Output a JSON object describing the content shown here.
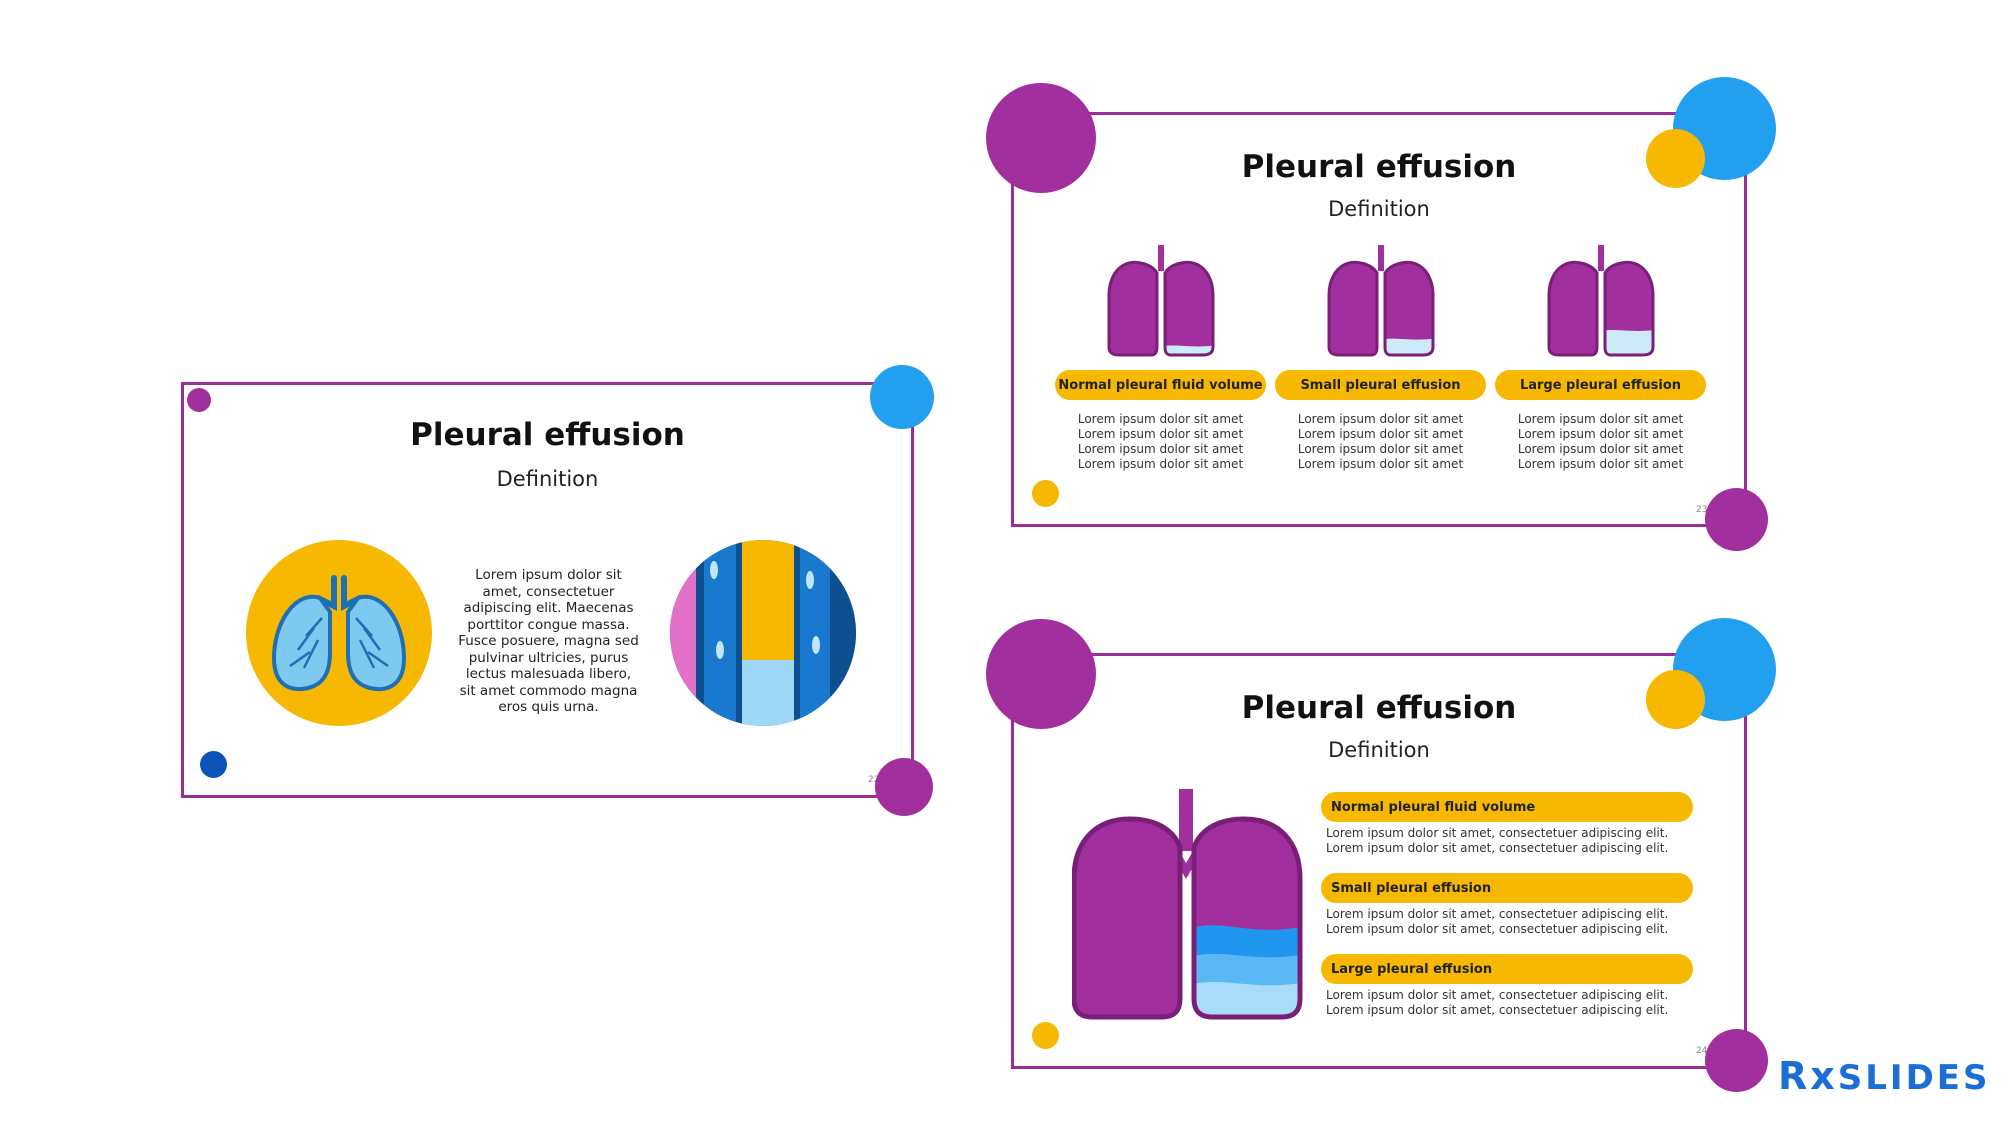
{
  "colors": {
    "purple": "#a22f9e",
    "border": "#9b2c98",
    "blue": "#22a0ef",
    "yellow": "#f6b800",
    "dark_blue": "#0b53b8"
  },
  "slide1": {
    "title": "Pleural effusion",
    "subtitle": "Definition",
    "paragraph": "Lorem ipsum dolor sit amet, consectetuer adipiscing elit. Maecenas porttitor congue massa. Fusce posuere, magna sed pulvinar ultricies, purus lectus malesuada libero, sit amet commodo magna eros quis urna.",
    "page": "22",
    "icons": [
      "lungs-icon",
      "pleura-cross-section-icon"
    ]
  },
  "slide2": {
    "title": "Pleural effusion",
    "subtitle": "Definition",
    "page": "23",
    "columns": [
      {
        "label": "Normal pleural fluid volume",
        "fluid_level": 0.1,
        "lines": [
          "Lorem ipsum dolor sit amet",
          "Lorem ipsum dolor sit amet",
          "Lorem ipsum dolor sit amet",
          "Lorem ipsum dolor sit amet"
        ]
      },
      {
        "label": "Small pleural effusion",
        "fluid_level": 0.18,
        "lines": [
          "Lorem ipsum dolor sit amet",
          "Lorem ipsum dolor sit amet",
          "Lorem ipsum dolor sit amet",
          "Lorem ipsum dolor sit amet"
        ]
      },
      {
        "label": "Large pleural effusion",
        "fluid_level": 0.28,
        "lines": [
          "Lorem ipsum dolor sit amet",
          "Lorem ipsum dolor sit amet",
          "Lorem ipsum dolor sit amet",
          "Lorem ipsum dolor sit amet"
        ]
      }
    ]
  },
  "slide3": {
    "title": "Pleural effusion",
    "subtitle": "Definition",
    "page": "24",
    "items": [
      {
        "label": "Normal pleural fluid volume",
        "lines": [
          "Lorem ipsum dolor sit amet, consectetuer adipiscing elit.",
          "Lorem ipsum dolor sit amet, consectetuer adipiscing elit."
        ]
      },
      {
        "label": "Small pleural effusion",
        "lines": [
          "Lorem ipsum dolor sit amet, consectetuer adipiscing elit.",
          "Lorem ipsum dolor sit amet, consectetuer adipiscing elit."
        ]
      },
      {
        "label": "Large pleural effusion",
        "lines": [
          "Lorem ipsum dolor sit amet, consectetuer adipiscing elit.",
          "Lorem ipsum dolor sit amet, consectetuer adipiscing elit."
        ]
      }
    ]
  },
  "brand": {
    "rx": "Rx",
    "name": "SLIDES"
  }
}
